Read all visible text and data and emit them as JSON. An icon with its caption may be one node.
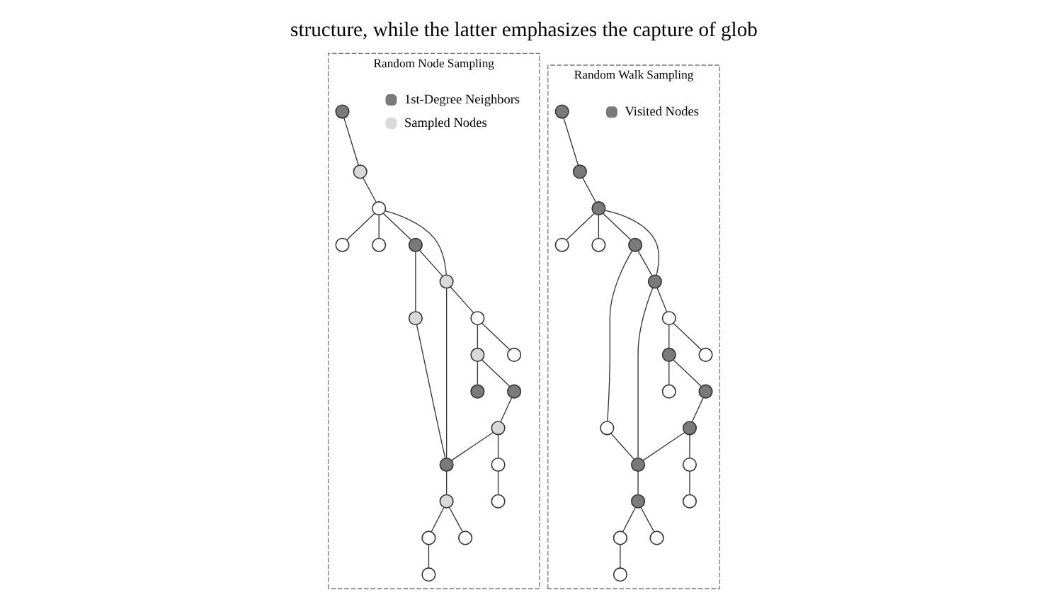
{
  "diagram": {
    "nodes": [
      {
        "text": [
          "Random Node Sampling"
        ]
      },
      {
        "text": [],
        "shape": "circle",
        "in": 0
      },
      {
        "text": [],
        "shape": "circle",
        "in": 0
      },
      {
        "text": [],
        "shape": "circle",
        "in": 0
      },
      {
        "text": [],
        "shape": "circle",
        "in": 0
      },
      {
        "text": [],
        "shape": "circle",
        "in": 0
      },
      {
        "text": [],
        "shape": "circle",
        "in": 0
      },
      {
        "text": [],
        "shape": "circle",
        "in": 0
      },
      {
        "text": [],
        "shape": "circle",
        "in": 0
      },
      {
        "text": [],
        "shape": "circle",
        "in": 0
      },
      {
        "text": [],
        "shape": "circle",
        "in": 0
      },
      {
        "text": [],
        "shape": "circle",
        "in": 0
      },
      {
        "text": [],
        "shape": "circle",
        "in": 0
      },
      {
        "text": [],
        "shape": "circle",
        "in": 0
      },
      {
        "text": [],
        "shape": "circle",
        "in": 0
      },
      {
        "text": [],
        "shape": "circle",
        "in": 0
      },
      {
        "text": [],
        "shape": "circle",
        "in": 0
      },
      {
        "text": [],
        "shape": "circle",
        "in": 0
      },
      {
        "text": [],
        "shape": "circle",
        "in": 0
      },
      {
        "text": [],
        "shape": "circle",
        "in": 0
      },
      {
        "text": [],
        "shape": "circle",
        "in": 0
      },
      {
        "text": [],
        "shape": "circle",
        "in": 0
      },
      {
        "text": [
          "Random Walk Sampling"
        ]
      },
      {
        "text": [],
        "shape": "circle",
        "in": 22
      },
      {
        "text": [],
        "shape": "circle",
        "in": 22
      },
      {
        "text": [],
        "shape": "circle",
        "in": 22
      },
      {
        "text": [],
        "shape": "circle",
        "in": 22
      },
      {
        "text": [],
        "shape": "circle",
        "in": 22
      },
      {
        "text": [],
        "shape": "circle",
        "in": 22
      },
      {
        "text": [],
        "shape": "circle",
        "in": 22
      },
      {
        "text": [],
        "shape": "circle",
        "in": 22
      },
      {
        "text": [],
        "shape": "circle",
        "in": 22
      },
      {
        "text": [],
        "shape": "circle",
        "in": 22
      },
      {
        "text": [],
        "shape": "circle",
        "in": 22
      },
      {
        "text": [],
        "shape": "circle",
        "in": 22
      },
      {
        "text": [],
        "shape": "circle",
        "in": 22
      },
      {
        "text": [],
        "shape": "circle",
        "in": 22
      },
      {
        "text": [],
        "shape": "circle",
        "in": 22
      },
      {
        "text": [],
        "shape": "circle",
        "in": 22
      },
      {
        "text": [],
        "shape": "circle",
        "in": 22
      },
      {
        "text": [],
        "shape": "circle",
        "in": 22
      },
      {
        "text": [],
        "shape": "circle",
        "in": 22
      },
      {
        "text": [],
        "shape": "circle",
        "in": 22
      },
      {
        "text": [],
        "shape": "circle",
        "in": 22
      }
    ],
    "edges": [
      {
        "from": 1,
        "to": 2,
        "arrow": "none"
      },
      {
        "from": 2,
        "to": 3,
        "arrow": "none"
      },
      {
        "from": 3,
        "to": 4,
        "arrow": "none"
      },
      {
        "from": 3,
        "to": 5,
        "arrow": "none"
      },
      {
        "from": 3,
        "to": 6,
        "arrow": "none"
      },
      {
        "from": 3,
        "to": 7,
        "arrow": "none"
      },
      {
        "from": 6,
        "to": 8,
        "arrow": "none"
      },
      {
        "from": 6,
        "to": 7,
        "arrow": "none"
      },
      {
        "from": 8,
        "to": 9,
        "arrow": "none"
      },
      {
        "from": 9,
        "to": 10,
        "arrow": "none"
      },
      {
        "from": 10,
        "to": 11,
        "arrow": "none"
      },
      {
        "from": 11,
        "to": 12,
        "arrow": "none"
      },
      {
        "from": 10,
        "to": 13,
        "arrow": "none"
      },
      {
        "from": 7,
        "to": 9,
        "arrow": "none"
      },
      {
        "from": 7,
        "to": 14,
        "arrow": "none"
      },
      {
        "from": 14,
        "to": 15,
        "arrow": "none"
      },
      {
        "from": 14,
        "to": 16,
        "arrow": "none"
      },
      {
        "from": 16,
        "to": 17,
        "arrow": "none"
      },
      {
        "from": 16,
        "to": 18,
        "arrow": "none"
      },
      {
        "from": 17,
        "to": 19,
        "arrow": "none"
      },
      {
        "from": 19,
        "to": 9,
        "arrow": "none"
      },
      {
        "from": 19,
        "to": 20,
        "arrow": "none"
      },
      {
        "from": 20,
        "to": 21,
        "arrow": "none"
      },
      {
        "from": 23,
        "to": 24,
        "arrow": "none"
      },
      {
        "from": 24,
        "to": 25,
        "arrow": "none"
      },
      {
        "from": 25,
        "to": 26,
        "arrow": "none"
      },
      {
        "from": 25,
        "to": 27,
        "arrow": "none"
      },
      {
        "from": 25,
        "to": 28,
        "arrow": "none"
      },
      {
        "from": 25,
        "to": 29,
        "arrow": "none"
      },
      {
        "from": 28,
        "to": 30,
        "arrow": "none"
      },
      {
        "from": 28,
        "to": 29,
        "arrow": "none"
      },
      {
        "from": 30,
        "to": 31,
        "arrow": "none"
      },
      {
        "from": 31,
        "to": 32,
        "arrow": "none"
      },
      {
        "from": 32,
        "to": 33,
        "arrow": "none"
      },
      {
        "from": 33,
        "to": 34,
        "arrow": "none"
      },
      {
        "from": 32,
        "to": 35,
        "arrow": "none"
      },
      {
        "from": 29,
        "to": 31,
        "arrow": "none"
      },
      {
        "from": 29,
        "to": 36,
        "arrow": "none"
      },
      {
        "from": 36,
        "to": 37,
        "arrow": "none"
      },
      {
        "from": 36,
        "to": 38,
        "arrow": "none"
      },
      {
        "from": 38,
        "to": 39,
        "arrow": "none"
      },
      {
        "from": 38,
        "to": 40,
        "arrow": "none"
      },
      {
        "from": 39,
        "to": 41,
        "arrow": "none"
      },
      {
        "from": 41,
        "to": 31,
        "arrow": "none"
      },
      {
        "from": 41,
        "to": 42,
        "arrow": "none"
      },
      {
        "from": 42,
        "to": 43,
        "arrow": "none"
      }
    ],
    "labels": [
      "structure, while the latter emphasizes the capture of glob"
    ],
    "legend": [
      {
        "text": "1st-Degree Neighbors",
        "color": "#7a7a7a"
      },
      {
        "text": "Sampled Nodes",
        "color": "#d9d9d9"
      },
      {
        "text": "Visited Nodes",
        "color": "#7a7a7a"
      }
    ]
  }
}
